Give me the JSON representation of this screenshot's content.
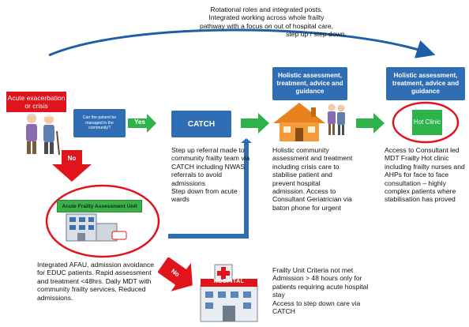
{
  "top_note": [
    "Rotational roles and integrated posts.",
    "Integrated working across whole frailty",
    "pathway with a focus on out of hospital care,",
    "step up / step down."
  ],
  "acute_box": "Acute exacerbation or crisis",
  "question_box": "Can the patient be managed in the community?",
  "yes_label": "Yes",
  "no_label_down": "No",
  "no_label_diag": "No",
  "catch_box": "CATCH",
  "holistic_header_1": "Holistic assessment, treatment, advice and guidance",
  "holistic_header_2": "Holistic assessment, treatment, advice and guidance",
  "hot_clinic_label": "Hot Clinic",
  "afau_sign": "Acute Frailty Assessment Unit",
  "hospital_sign": "HOSPITAL",
  "catch_text": [
    "Step up referral made to",
    "community frailty team via",
    "CATCH including NWAS",
    "referrals to avoid",
    "admissions",
    "Step down from acute",
    "wards"
  ],
  "community_text": [
    "Holistic community",
    "assessment and treatment",
    "including crisis care to",
    "stabilise patient and",
    "prevent hospital",
    "admission. Access to",
    "Consultant Geriatrician via",
    "baton phone for urgent"
  ],
  "hot_text": [
    "Access to Consultant led",
    "MDT Frailty Hot clinic",
    "including frailty nurses and",
    "AHPs for face to face",
    "consultation – highly",
    "complex patients where",
    "stabilisation has proved"
  ],
  "afau_text": [
    "Integrated AFAU, admission avoidance",
    "for EDUC patients. Rapid assessment",
    "and treatment <48hrs. Daily MDT with",
    "community frailty services. Reduced",
    "admissions."
  ],
  "hospital_text": [
    "Frailty Unit Criteria not met",
    "Admission > 48 hours only for",
    "patients requiring acute hospital",
    "stay",
    "Access to step down care via",
    "CATCH"
  ],
  "colors": {
    "blue": "#2f6db5",
    "green": "#2db34a",
    "red": "#e1141c",
    "arc": "#1f5fa6"
  }
}
